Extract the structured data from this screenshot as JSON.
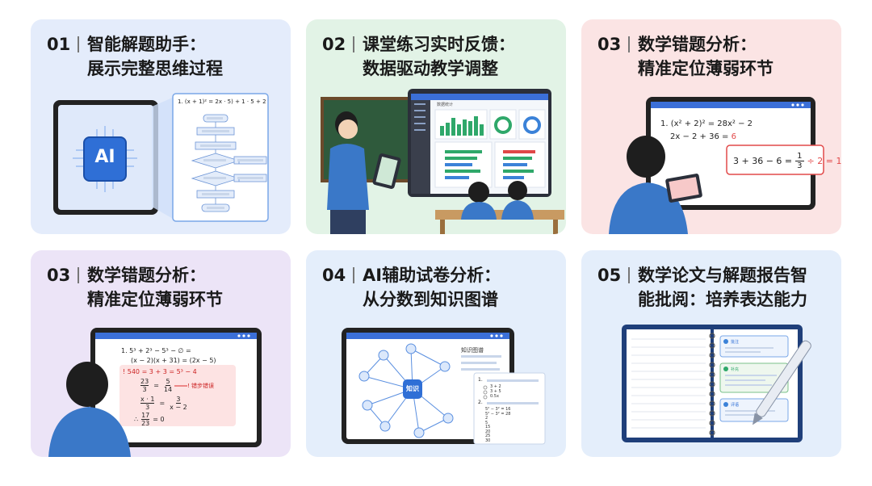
{
  "cards": [
    {
      "number": "01",
      "title_line1": "智能解题助手：",
      "title_line2": "展示完整思维过程",
      "bg": "#e4ecfb",
      "chip_label": "AI",
      "equation": "1.  (x + 1)² = 2x · 5) + 1 · 5 + 2"
    },
    {
      "number": "02",
      "title_line1": "课堂练习实时反馈：",
      "title_line2": "数据驱动教学调整",
      "bg": "#e2f3e6",
      "screen_title": "数据统计"
    },
    {
      "number": "03",
      "title_line1": "数学错题分析：",
      "title_line2": "精准定位薄弱环节",
      "bg": "#fbe4e4",
      "line1": "1.  (x² + 2)² = 28x² − 2",
      "line2": "2x − 2 + 36 = ",
      "line2_wrong": "6",
      "callout_left": "3 + 36 − 6 =",
      "frac_num": "1",
      "frac_den": "3",
      "callout_right": "÷ 2 = 1"
    },
    {
      "number": "03",
      "title_line1": "数学错题分析：",
      "title_line2": "精准定位薄弱环节",
      "bg": "#ece4f7",
      "l1": "1.  5³ + 2³ − 5³ − ∅ =",
      "l2": "(x − 2)(x + 31) = (2x − 5)",
      "err": "! 540 = 3 + 3 = 5³ − 4",
      "f1a": "23",
      "f1b": "3",
      "f1c": "5",
      "f1d": "14",
      "err_label": "! 错步错误",
      "f2a": "x · 1",
      "f2b": "3",
      "f2c": "3",
      "f2d": "x − 2",
      "f3pre": "∴",
      "f3a": "17",
      "f3b": "23",
      "f3post": "= 0"
    },
    {
      "number": "04",
      "title_line1": "AI辅助试卷分析：",
      "title_line2": "从分数到知识图谱",
      "bg": "#e4eefb",
      "panel_title": "知识图谱",
      "hub_label": "知识",
      "q1": "1.",
      "opts1": [
        "3 + 2",
        "3 + 5",
        "0.5x"
      ],
      "q2": "2.",
      "opts2": [
        "5² − 3² = 16",
        "5² − 3² = 28",
        "2",
        "5",
        "15",
        "20",
        "25",
        "30"
      ]
    },
    {
      "number": "05",
      "title_line1": "数学论文与解题报告智",
      "title_line2": "能批阅：培养表达能力",
      "bg": "#e4eefb",
      "note_tags": [
        "批注",
        "补充",
        "评语"
      ]
    }
  ]
}
